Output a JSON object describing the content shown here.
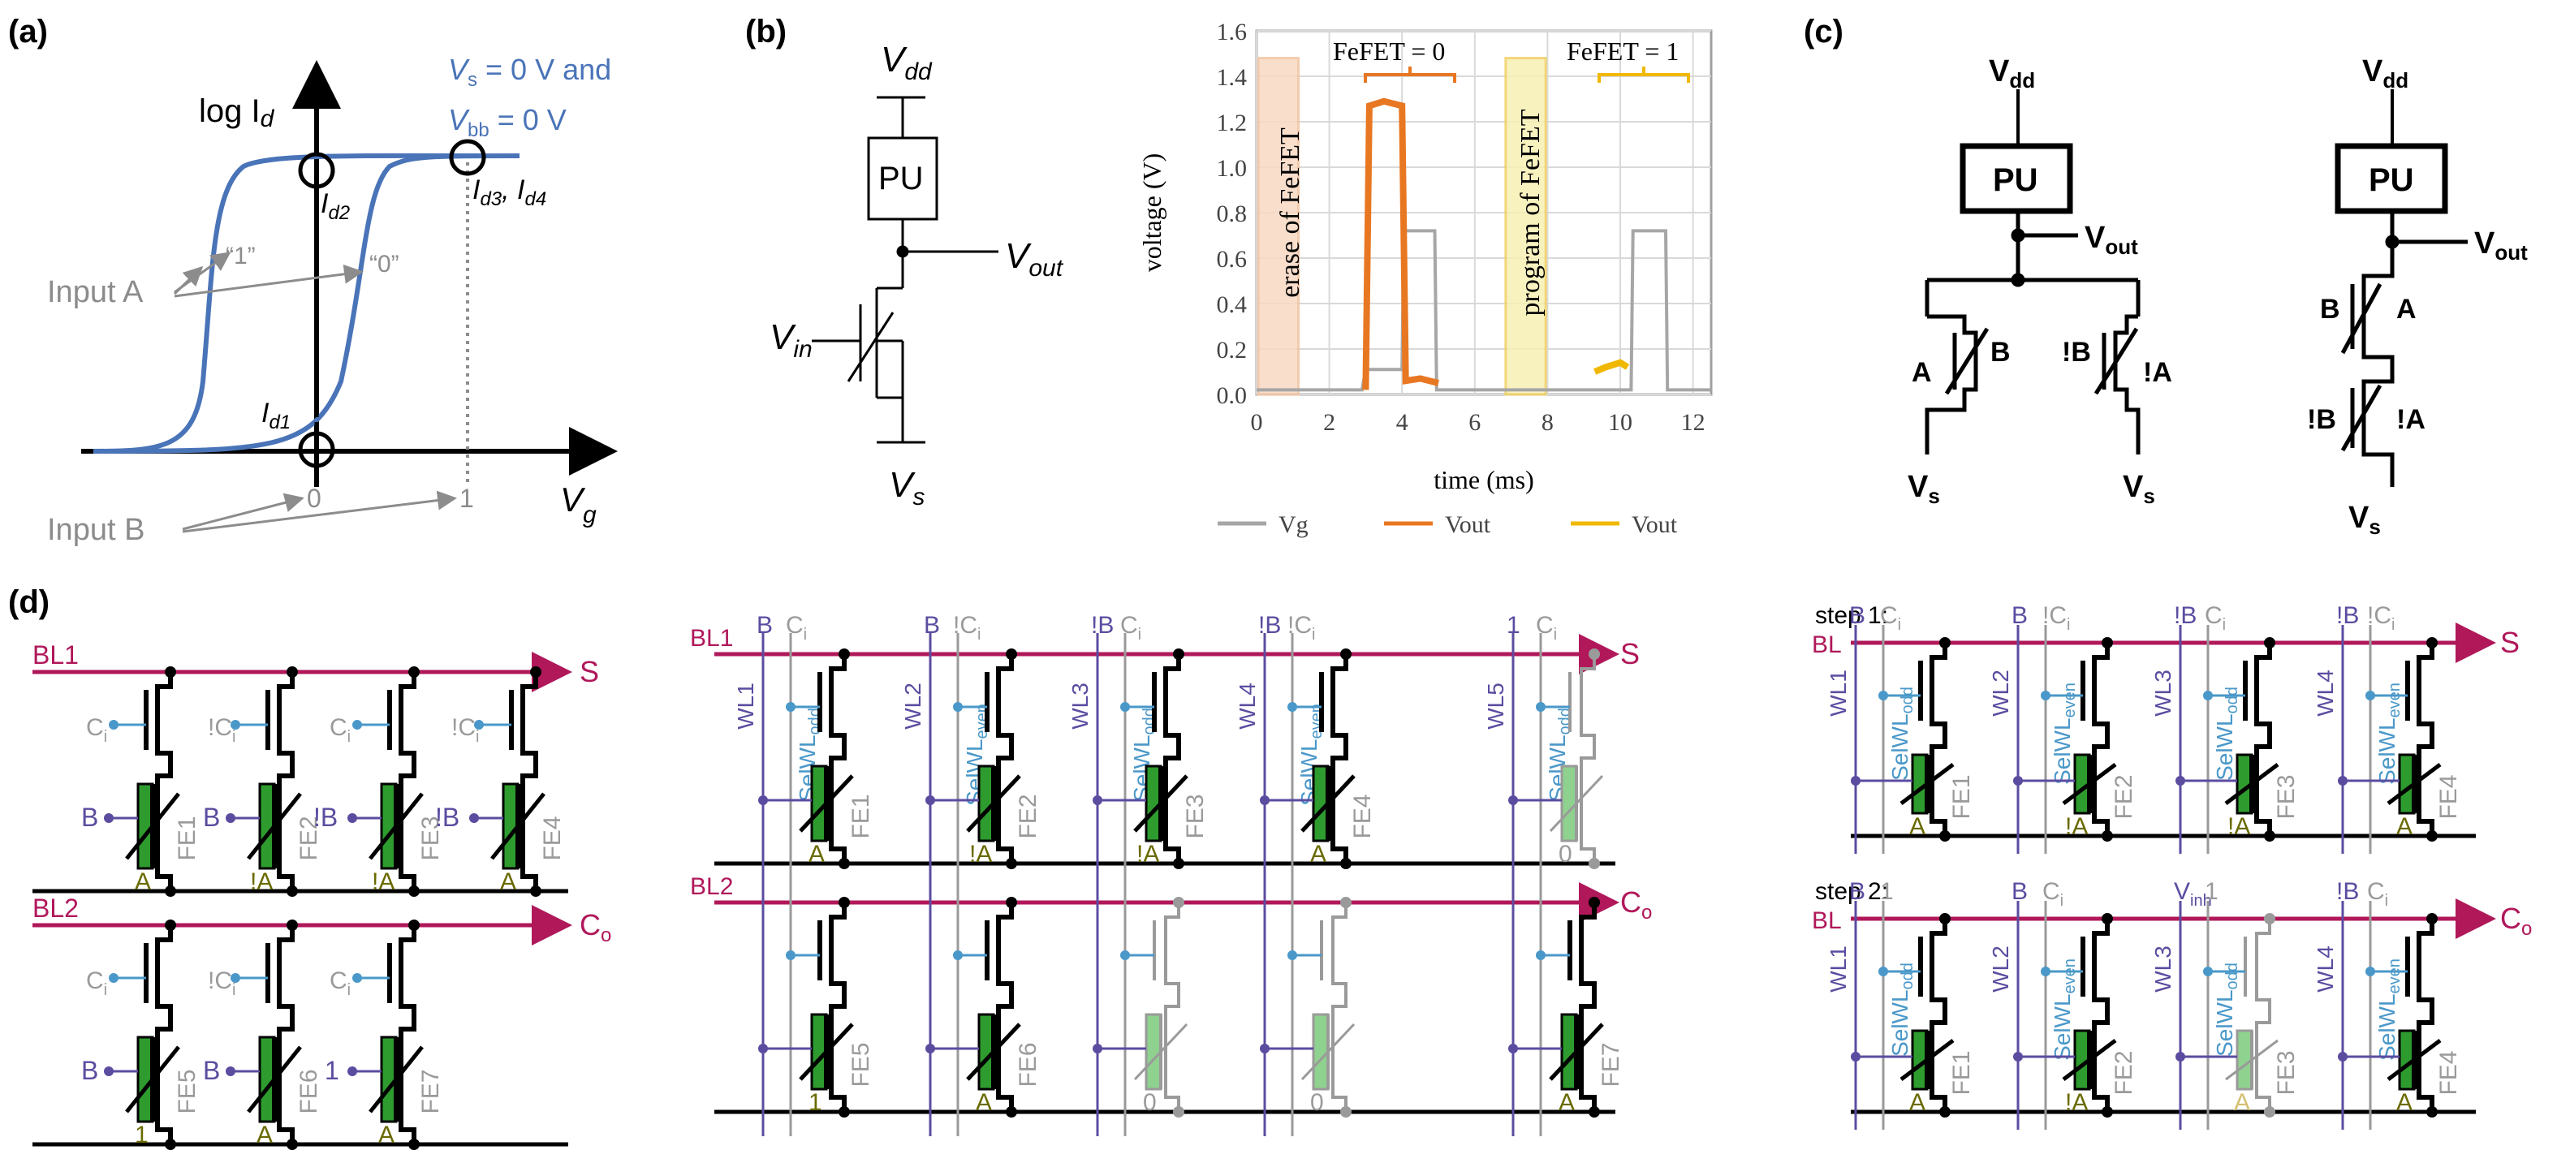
{
  "panels": {
    "a": "(a)",
    "b": "(b)",
    "c": "(c)",
    "d": "(d)"
  },
  "panel_a": {
    "ylabel": "log I",
    "ylabel_sub": "d",
    "xlabel": "V",
    "xlabel_sub": "g",
    "cond_line1": "V",
    "cond_line1_sub": "s",
    "cond_line1_rest": " = 0 V and",
    "cond_line2": "V",
    "cond_line2_sub": "bb",
    "cond_line2_rest": " = 0 V",
    "id2": "I",
    "id2_sub": "d2",
    "id34_a": "I",
    "id34_a_sub": "d3",
    "id34_b": ", I",
    "id34_b_sub": "d4",
    "id1": "I",
    "id1_sub": "d1",
    "curve1": "“1”",
    "curve0": "“0”",
    "input_a": "Input A",
    "input_b": "Input B",
    "tick0": "0",
    "tick1": "1"
  },
  "panel_b_circuit": {
    "vdd": "V",
    "vdd_sub": "dd",
    "pu": "PU",
    "vout": "V",
    "vout_sub": "out",
    "vin": "V",
    "vin_sub": "in",
    "vs": "V",
    "vs_sub": "s"
  },
  "chart_data": {
    "type": "line",
    "xlabel": "time (ms)",
    "ylabel": "voltage  (V)",
    "xlim": [
      0,
      12.5
    ],
    "ylim": [
      0,
      1.6
    ],
    "xticks": [
      "0",
      "2",
      "4",
      "6",
      "8",
      "10",
      "12"
    ],
    "yticks": [
      "0.0",
      "0.2",
      "0.4",
      "0.6",
      "0.8",
      "1.0",
      "1.2",
      "1.4",
      "1.6"
    ],
    "grid": true,
    "series": [
      {
        "name": "Vg",
        "color": "#a6a6a6",
        "points": [
          [
            0,
            0.02
          ],
          [
            1.2,
            0.02
          ],
          [
            1.25,
            0.02
          ],
          [
            2.9,
            0.02
          ],
          [
            3,
            0.11
          ],
          [
            4,
            0.11
          ],
          [
            4.05,
            0.72
          ],
          [
            4.9,
            0.72
          ],
          [
            4.95,
            0.02
          ],
          [
            6.5,
            0.02
          ],
          [
            7.2,
            0.02
          ],
          [
            9.1,
            0.02
          ],
          [
            9.2,
            0.02
          ],
          [
            10.3,
            0.02
          ],
          [
            10.35,
            0.72
          ],
          [
            11.25,
            0.72
          ],
          [
            11.3,
            0.02
          ],
          [
            12.5,
            0.02
          ]
        ]
      },
      {
        "name": "Vout",
        "color": "#e87722",
        "points": [
          [
            3,
            0.02
          ],
          [
            3.1,
            1.27
          ],
          [
            3.5,
            1.29
          ],
          [
            4,
            1.27
          ],
          [
            4.1,
            0.06
          ],
          [
            4.5,
            0.07
          ],
          [
            5,
            0.05
          ]
        ]
      },
      {
        "name": "Vout",
        "color": "#f0b800",
        "points": [
          [
            9.3,
            0.1
          ],
          [
            9.6,
            0.12
          ],
          [
            10,
            0.14
          ],
          [
            10.2,
            0.12
          ]
        ]
      }
    ],
    "annotations": {
      "erase": "erase of FeFET",
      "program": "program of FeFET",
      "fefet0": "FeFET = 0",
      "fefet1": "FeFET = 1"
    }
  },
  "panel_c": {
    "vdd": "V",
    "vdd_sub": "dd",
    "pu": "PU",
    "vout": "V",
    "vout_sub": "out",
    "vs": "V",
    "vs_sub": "s",
    "par_left_gate": "A",
    "par_left_bg": "B",
    "par_right_gate": "!B",
    "par_right_bg": "!A",
    "ser_top_gate": "B",
    "ser_top_bg": "A",
    "ser_bot_gate": "!B",
    "ser_bot_bg": "!A"
  },
  "panel_d1": {
    "bl1": "BL1",
    "bl2": "BL2",
    "s": "S",
    "co": "C",
    "co_sub": "o",
    "ci": "C",
    "ci_sub": "i",
    "nci": "!C",
    "nci_sub": "i",
    "row1": [
      {
        "gate": "B",
        "fe": "FE1",
        "val": "A",
        "ci": "C"
      },
      {
        "gate": "B",
        "fe": "FE2",
        "val": "!A",
        "ci": "!C"
      },
      {
        "gate": "!B",
        "fe": "FE3",
        "val": "!A",
        "ci": "C"
      },
      {
        "gate": "!B",
        "fe": "FE4",
        "val": "A",
        "ci": "!C"
      }
    ],
    "row2": [
      {
        "gate": "B",
        "fe": "FE5",
        "val": "1",
        "ci": "C"
      },
      {
        "gate": "B",
        "fe": "FE6",
        "val": "A",
        "ci": "!C"
      },
      {
        "gate": "1",
        "fe": "FE7",
        "val": "A",
        "ci": "C"
      }
    ]
  },
  "panel_d2": {
    "bl1": "BL1",
    "bl2": "BL2",
    "s": "S",
    "co": "C",
    "co_sub": "o",
    "cols": [
      {
        "top": "B",
        "ci": "C",
        "ci_sub": "i",
        "wl": "WL1",
        "sel": "SelWL",
        "sel_sub": "odd",
        "fe_top": "FE1",
        "val_top": "A",
        "fe_bot": "FE5",
        "val_bot": "1"
      },
      {
        "top": "B",
        "ci": "!C",
        "ci_sub": "i",
        "wl": "WL2",
        "sel": "SelWL",
        "sel_sub": "even",
        "fe_top": "FE2",
        "val_top": "!A",
        "fe_bot": "FE6",
        "val_bot": "A"
      },
      {
        "top": "!B",
        "ci": "C",
        "ci_sub": "i",
        "wl": "WL3",
        "sel": "SelWL",
        "sel_sub": "odd",
        "fe_top": "FE3",
        "val_top": "!A",
        "fe_bot": "",
        "val_bot": "0"
      },
      {
        "top": "!B",
        "ci": "!C",
        "ci_sub": "i",
        "wl": "WL4",
        "sel": "SelWL",
        "sel_sub": "even",
        "fe_top": "FE4",
        "val_top": "A",
        "fe_bot": "",
        "val_bot": "0"
      },
      {
        "top": "1",
        "ci": "C",
        "ci_sub": "i",
        "wl": "WL5",
        "sel": "SelWL",
        "sel_sub": "odd",
        "fe_top": "",
        "val_top": "0",
        "fe_bot": "FE7",
        "val_bot": "A"
      }
    ]
  },
  "panel_d3": {
    "step1": "step 1:",
    "step2": "step 2:",
    "bl": "BL",
    "s": "S",
    "co": "C",
    "co_sub": "o",
    "step1_cols": [
      {
        "top": "B",
        "ci": "C",
        "ci_sub": "i",
        "wl": "WL1",
        "sel": "SelWL",
        "sel_sub": "odd",
        "fe": "FE1",
        "val": "A"
      },
      {
        "top": "B",
        "ci": "!C",
        "ci_sub": "i",
        "wl": "WL2",
        "sel": "SelWL",
        "sel_sub": "even",
        "fe": "FE2",
        "val": "!A"
      },
      {
        "top": "!B",
        "ci": "C",
        "ci_sub": "i",
        "wl": "WL3",
        "sel": "SelWL",
        "sel_sub": "odd",
        "fe": "FE3",
        "val": "!A"
      },
      {
        "top": "!B",
        "ci": "!C",
        "ci_sub": "i",
        "wl": "WL4",
        "sel": "SelWL",
        "sel_sub": "even",
        "fe": "FE4",
        "val": "A"
      }
    ],
    "step2_cols": [
      {
        "top": "B",
        "ci": "1",
        "ci_sub": "",
        "wl": "WL1",
        "sel": "SelWL",
        "sel_sub": "odd",
        "fe": "FE1",
        "val": "A"
      },
      {
        "top": "B",
        "ci": "C",
        "ci_sub": "i",
        "wl": "WL2",
        "sel": "SelWL",
        "sel_sub": "even",
        "fe": "FE2",
        "val": "!A"
      },
      {
        "top": "V",
        "top_sub": "inh",
        "ci": "1",
        "ci_sub": "",
        "wl": "WL3",
        "sel": "SelWL",
        "sel_sub": "odd",
        "fe": "FE3",
        "val": "A"
      },
      {
        "top": "!B",
        "ci": "C",
        "ci_sub": "i",
        "wl": "WL4",
        "sel": "SelWL",
        "sel_sub": "even",
        "fe": "FE4",
        "val": "A"
      }
    ]
  }
}
